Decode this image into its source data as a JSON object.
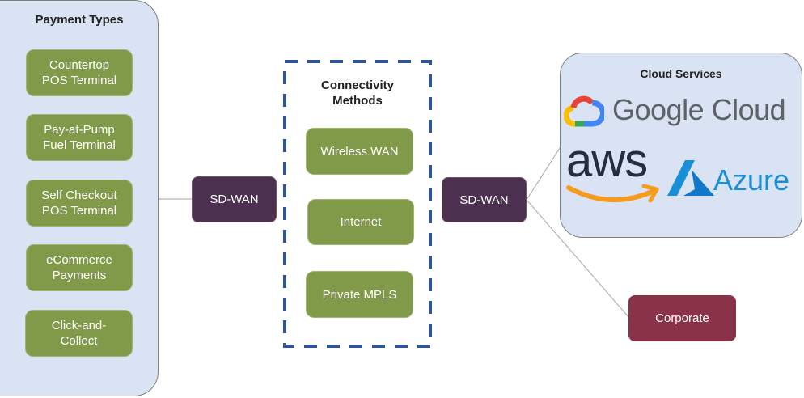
{
  "payment_types": {
    "title": "Payment Types",
    "items": [
      "Countertop\nPOS Terminal",
      "Pay-at-Pump\nFuel Terminal",
      "Self Checkout\nPOS Terminal",
      "eCommerce\nPayments",
      "Click-and-\nCollect"
    ]
  },
  "sdwan_left": {
    "label": "SD-WAN"
  },
  "connectivity": {
    "title": "Connectivity\nMethods",
    "items": [
      "Wireless WAN",
      "Internet",
      "Private MPLS"
    ]
  },
  "sdwan_right": {
    "label": "SD-WAN"
  },
  "cloud_services": {
    "title": "Cloud Services",
    "google_cloud": "Google Cloud",
    "aws": "aws",
    "azure": "Azure"
  },
  "corporate": {
    "label": "Corporate"
  },
  "colors": {
    "panel_fill": "#dae3f3",
    "green_box": "#809a49",
    "sdwan": "#4b3050",
    "corporate": "#8a3348",
    "dashed_border": "#2f5597",
    "aws_orange": "#f79b1d",
    "azure_blue": "#1a8fd8"
  }
}
